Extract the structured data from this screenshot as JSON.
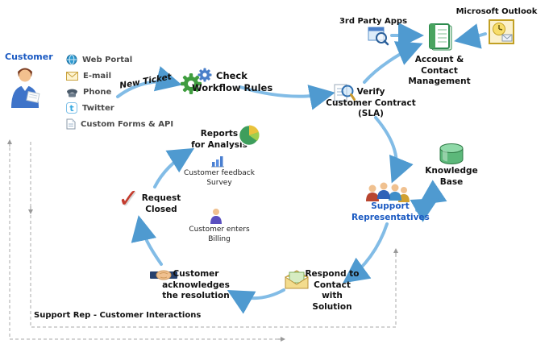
{
  "diagram": {
    "customer": "Customer",
    "channels": [
      {
        "label": "Web Portal",
        "icon": "web-portal-icon"
      },
      {
        "label": "E-mail",
        "icon": "email-icon"
      },
      {
        "label": "Phone",
        "icon": "phone-icon"
      },
      {
        "label": "Twitter",
        "icon": "twitter-icon"
      },
      {
        "label": "Custom Forms & API",
        "icon": "custom-forms-icon"
      }
    ],
    "new_ticket": "New Ticket",
    "check_workflow": {
      "l1": "Check",
      "l2": "Workflow Rules"
    },
    "verify": {
      "l1": "Verify",
      "l2": "Customer Contract",
      "l3": "(SLA)"
    },
    "third_party_apps": "3rd Party Apps",
    "outlook": "Microsoft Outlook",
    "account": {
      "l1": "Account & Contact",
      "l2": "Management"
    },
    "knowledge_base": {
      "l1": "Knowledge",
      "l2": "Base"
    },
    "support_reps": {
      "l1": "Support",
      "l2": "Representatives"
    },
    "respond": {
      "l1": "Respond to",
      "l2": "Contact",
      "l3": "with Solution"
    },
    "acknowledge": {
      "l1": "Customer",
      "l2": "acknowledges",
      "l3": "the resolution"
    },
    "request_closed": {
      "glyph": "✓",
      "l1": "Request",
      "l2": "Closed"
    },
    "reports": {
      "l1": "Reports",
      "l2": "for Analysis"
    },
    "feedback": {
      "l1": "Customer feedback",
      "l2": "Survey"
    },
    "billing": {
      "l1": "Customer enters",
      "l2": "Billing"
    },
    "interactions": "Support Rep - Customer Interactions"
  },
  "colors": {
    "blue_text": "#1b5ac2",
    "arrow": "#82bce6",
    "arrowhead": "#4f9ad0",
    "dashed": "#a8a8a8"
  }
}
